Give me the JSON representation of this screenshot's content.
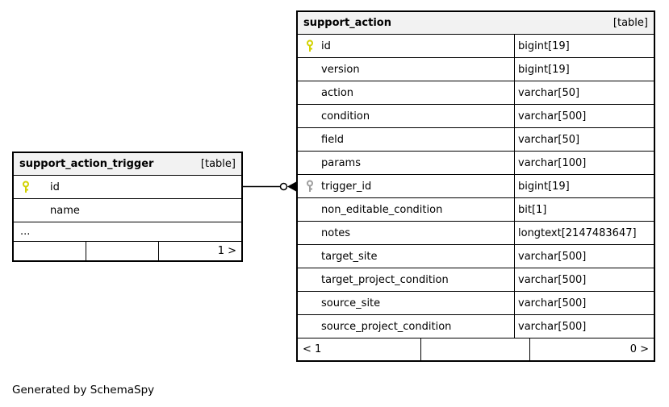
{
  "page": {
    "generated_note": "Generated by SchemaSpy"
  },
  "colors": {
    "primary_key_icon": "#d2d200",
    "foreign_key_icon": "#9e9e9e",
    "header_bg": "#f2f2f2",
    "border": "#000000",
    "background": "#ffffff"
  },
  "tables": {
    "support_action_trigger": {
      "title": "support_action_trigger",
      "type_badge": "[table]",
      "columns": [
        {
          "name": "id",
          "key": "primary"
        },
        {
          "name": "name",
          "key": ""
        }
      ],
      "truncation_indicator": "...",
      "footer": {
        "left": "",
        "middle": "",
        "right": "1 >"
      }
    },
    "support_action": {
      "title": "support_action",
      "type_badge": "[table]",
      "columns": [
        {
          "name": "id",
          "type": "bigint[19]",
          "key": "primary"
        },
        {
          "name": "version",
          "type": "bigint[19]",
          "key": ""
        },
        {
          "name": "action",
          "type": "varchar[50]",
          "key": ""
        },
        {
          "name": "condition",
          "type": "varchar[500]",
          "key": ""
        },
        {
          "name": "field",
          "type": "varchar[50]",
          "key": ""
        },
        {
          "name": "params",
          "type": "varchar[100]",
          "key": ""
        },
        {
          "name": "trigger_id",
          "type": "bigint[19]",
          "key": "foreign"
        },
        {
          "name": "non_editable_condition",
          "type": "bit[1]",
          "key": ""
        },
        {
          "name": "notes",
          "type": "longtext[2147483647]",
          "key": ""
        },
        {
          "name": "target_site",
          "type": "varchar[500]",
          "key": ""
        },
        {
          "name": "target_project_condition",
          "type": "varchar[500]",
          "key": ""
        },
        {
          "name": "source_site",
          "type": "varchar[500]",
          "key": ""
        },
        {
          "name": "source_project_condition",
          "type": "varchar[500]",
          "key": ""
        }
      ],
      "footer": {
        "left": "< 1",
        "middle": "",
        "right": "0 >"
      }
    }
  },
  "relationship": {
    "from": "support_action_trigger.id",
    "to": "support_action.trigger_id"
  }
}
